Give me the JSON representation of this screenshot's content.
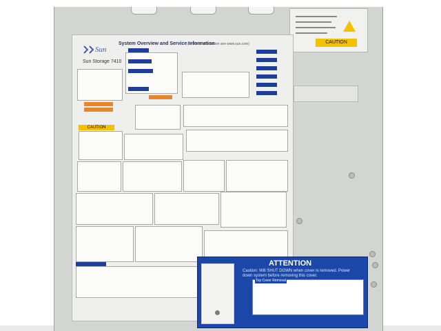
{
  "image": {
    "subject": "server-top-cover",
    "colors": {
      "chassis": "#d3d5d2",
      "label_background": "#efefed",
      "attention_blue": "#1b47a8",
      "caution_yellow": "#f2c200",
      "accent_orange": "#e8862a",
      "logo_blue": "#4a5ca8"
    }
  },
  "service_label": {
    "logo_text": "Sun",
    "product": "Sun Storage 7410",
    "heading": "System Overview and Service Information",
    "subheading": "(for more information see www.sun.com)",
    "caution_text": "CAUTION"
  },
  "top_sticker": {
    "caution_text": "CAUTION"
  },
  "attention_label": {
    "title": "ATTENTION",
    "body": "Caution: Will SHUT DOWN when cover is removed. Power down system before removing this cover.",
    "step_label": "Top Cover Removal"
  }
}
